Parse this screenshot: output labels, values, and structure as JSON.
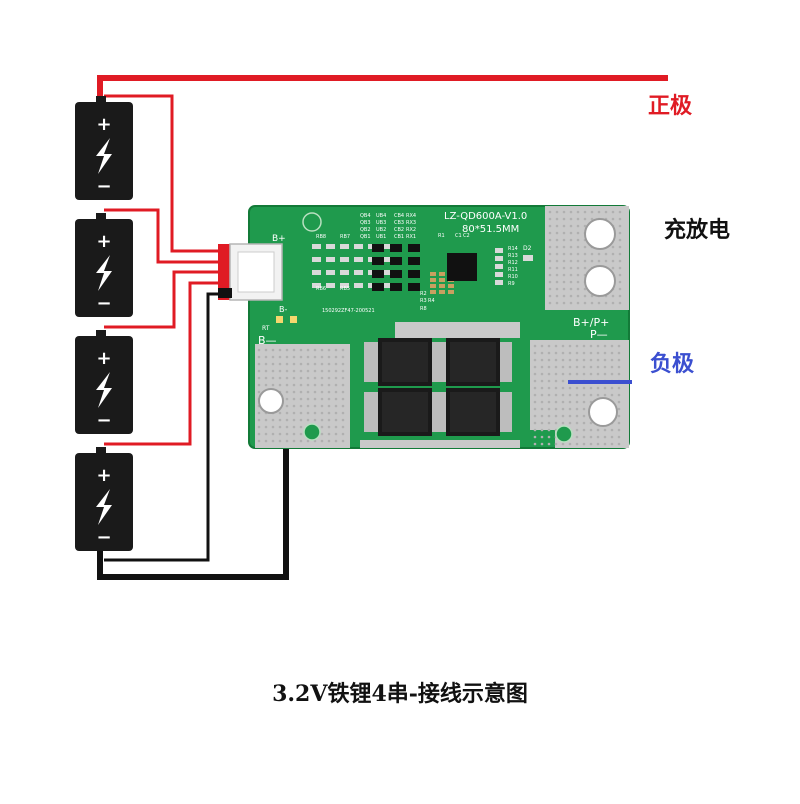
{
  "labels": {
    "positive": "正极",
    "negative": "负极",
    "charge_discharge": "充放电",
    "caption": "3.2V铁锂4串-接线示意图"
  },
  "board": {
    "model": "LZ-QD600A-V1.0",
    "size": "80*51.5MM",
    "b_plus": "B+",
    "b_minus": "B-",
    "b_minus_pad": "B—",
    "bp_plus": "B+/P+",
    "p_minus": "P—",
    "serial": "150292ZF47-200521",
    "rt": "RT",
    "d2": "D2",
    "component_refs": [
      "QB4",
      "QB3",
      "QB2",
      "QB1",
      "UB4",
      "UB3",
      "UB2",
      "UB1",
      "CB4",
      "CB3",
      "CB2",
      "CB1",
      "RX4",
      "RX3",
      "RX2",
      "RX1",
      "RB8",
      "RB7",
      "RB6",
      "RB5",
      "R14",
      "R13",
      "R12",
      "R11",
      "R10",
      "R9",
      "R8",
      "C1",
      "C2",
      "R1",
      "R2",
      "R3",
      "R4"
    ]
  },
  "battery": {
    "cell_count": 4,
    "plus_sign": "+",
    "minus_sign": "−"
  },
  "colors": {
    "positive_wire": "#e01b24",
    "negative_wire": "#111111",
    "negative_marker": "#3b4fd0",
    "positive_text": "#e01b24",
    "negative_text": "#3b4fd0",
    "board_green": "#1f9a4d",
    "battery_black": "#1a1a1a"
  }
}
